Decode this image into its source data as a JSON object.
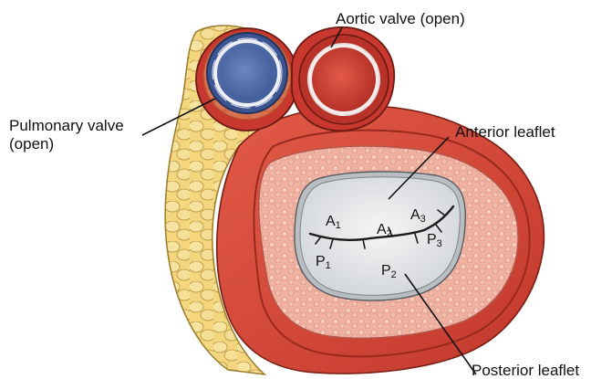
{
  "labels": {
    "aortic_valve": "Aortic valve (open)",
    "pulmonary_valve_line1": "Pulmonary valve",
    "pulmonary_valve_line2": "(open)",
    "anterior_leaflet": "Anterior leaflet",
    "posterior_leaflet": "Posterior leaflet"
  },
  "scallops": {
    "a1": {
      "letter": "A",
      "index": "1"
    },
    "a2": {
      "letter": "A",
      "index": "2"
    },
    "a3": {
      "letter": "A",
      "index": "3"
    },
    "p1": {
      "letter": "P",
      "index": "1"
    },
    "p2": {
      "letter": "P",
      "index": "2"
    },
    "p3": {
      "letter": "P",
      "index": "3"
    }
  },
  "colors": {
    "fat": "#f2d57a",
    "fat_outline": "#9c7b2a",
    "muscle": "#d8443a",
    "muscle_dark": "#8c2418",
    "muscle_light": "#ec8a73",
    "annulus": "#efb3a4",
    "pulmonary_blue": "#4d6aa8",
    "aortic_red": "#c8382e",
    "leaflet": "#e3e5e6",
    "leader_line": "#111111"
  }
}
